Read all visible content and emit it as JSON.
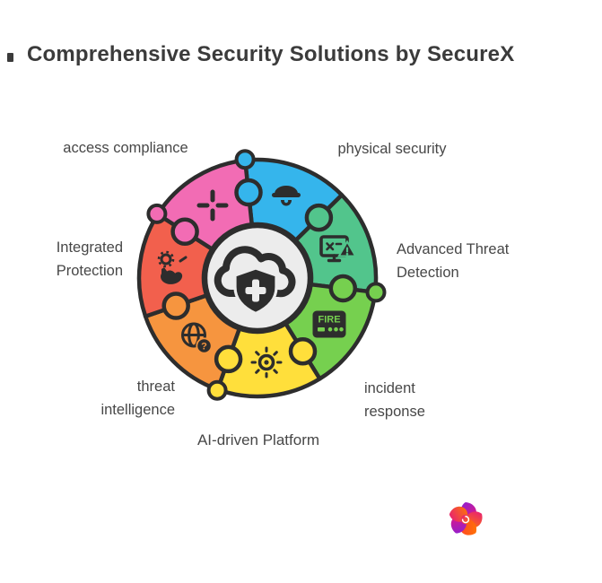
{
  "title": {
    "text": "Comprehensive Security Solutions by SecureX"
  },
  "wheel": {
    "outline_color": "#2d2d2d",
    "center": {
      "fill": "#ececec",
      "icon": "cloud-shield"
    },
    "pieces": [
      {
        "name": "physical-security",
        "color": "#35b5ec",
        "icon": "cctv-camera"
      },
      {
        "name": "advanced-threat-detection",
        "color": "#52c58c",
        "icon": "monitor-alert"
      },
      {
        "name": "incident-response",
        "color": "#76d04f",
        "icon": "firewall"
      },
      {
        "name": "ai-driven-platform",
        "color": "#ffdf3b",
        "icon": "ai-chip"
      },
      {
        "name": "threat-intelligence",
        "color": "#f6953f",
        "icon": "globe-question"
      },
      {
        "name": "integrated-protection",
        "color": "#f2604d",
        "icon": "hand-gear"
      },
      {
        "name": "access-compliance",
        "color": "#f26cb4",
        "icon": "crosshair"
      }
    ],
    "knob_owner_by_seam": [
      0,
      1,
      2,
      3,
      3,
      4,
      6
    ],
    "outer_bumps": [
      {
        "seam": 0,
        "owner": 0
      },
      {
        "seam": 2,
        "owner": 2
      },
      {
        "seam": 4,
        "owner": 3
      },
      {
        "seam": 6,
        "owner": 6
      }
    ]
  },
  "labels": {
    "top_left": "access compliance",
    "top_right": "physical security",
    "right": [
      "Advanced Threat",
      "Detection"
    ],
    "bottom_right": [
      "incident",
      "response"
    ],
    "bottom": "AI-driven Platform",
    "bottom_left": [
      "threat",
      "intelligence"
    ],
    "left": [
      "Integrated",
      "Protection"
    ]
  },
  "logo": {
    "colors": [
      "#8a1fd6",
      "#e6197e",
      "#ff7a00",
      "#ff3d2e"
    ]
  }
}
